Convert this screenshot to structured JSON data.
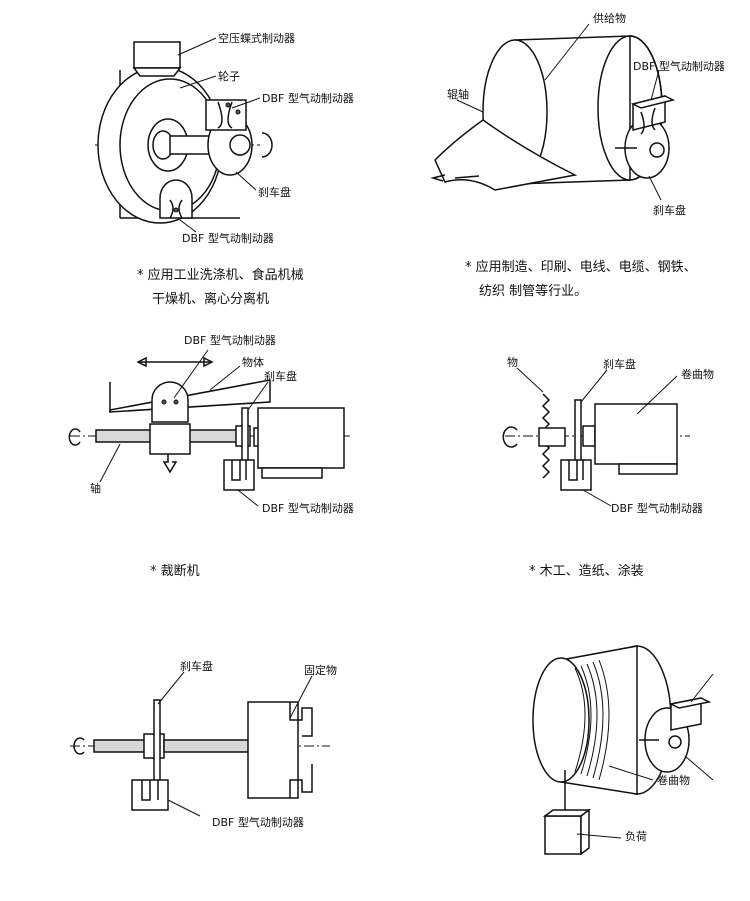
{
  "panel1": {
    "labels": {
      "brake_top": "空压蝶式制动器",
      "wheel": "轮子",
      "dbf_right": "DBF 型气动制动器",
      "disc": "刹车盘",
      "dbf_bottom": "DBF 型气动制动器"
    },
    "caption": [
      "* 应用工业洗涤机、食品机械",
      "干燥机、离心分离机"
    ]
  },
  "panel2": {
    "labels": {
      "supply": "供给物",
      "dbf": "DBF 型气动制动器",
      "roller": "辊轴",
      "disc": "刹车盘"
    },
    "caption": [
      "* 应用制造、印刷、电线、电缆、钢铁、",
      "纺织 制管等行业。"
    ]
  },
  "panel3": {
    "labels": {
      "dbf_top": "DBF 型气动制动器",
      "object": "物体",
      "disc": "刹车盘",
      "shaft": "轴",
      "dbf_bottom": "DBF 型气动制动器"
    },
    "caption": "* 裁断机"
  },
  "panel4": {
    "labels": {
      "object": "物",
      "disc": "刹车盘",
      "coil": "卷曲物",
      "dbf": "DBF 型气动制动器"
    },
    "caption": "* 木工、造纸、涂装"
  },
  "panel5": {
    "labels": {
      "disc": "刹车盘",
      "fixed": "固定物",
      "dbf": "DBF 型气动制动器"
    }
  },
  "panel6": {
    "labels": {
      "coil": "卷曲物",
      "load": "负荷"
    }
  }
}
